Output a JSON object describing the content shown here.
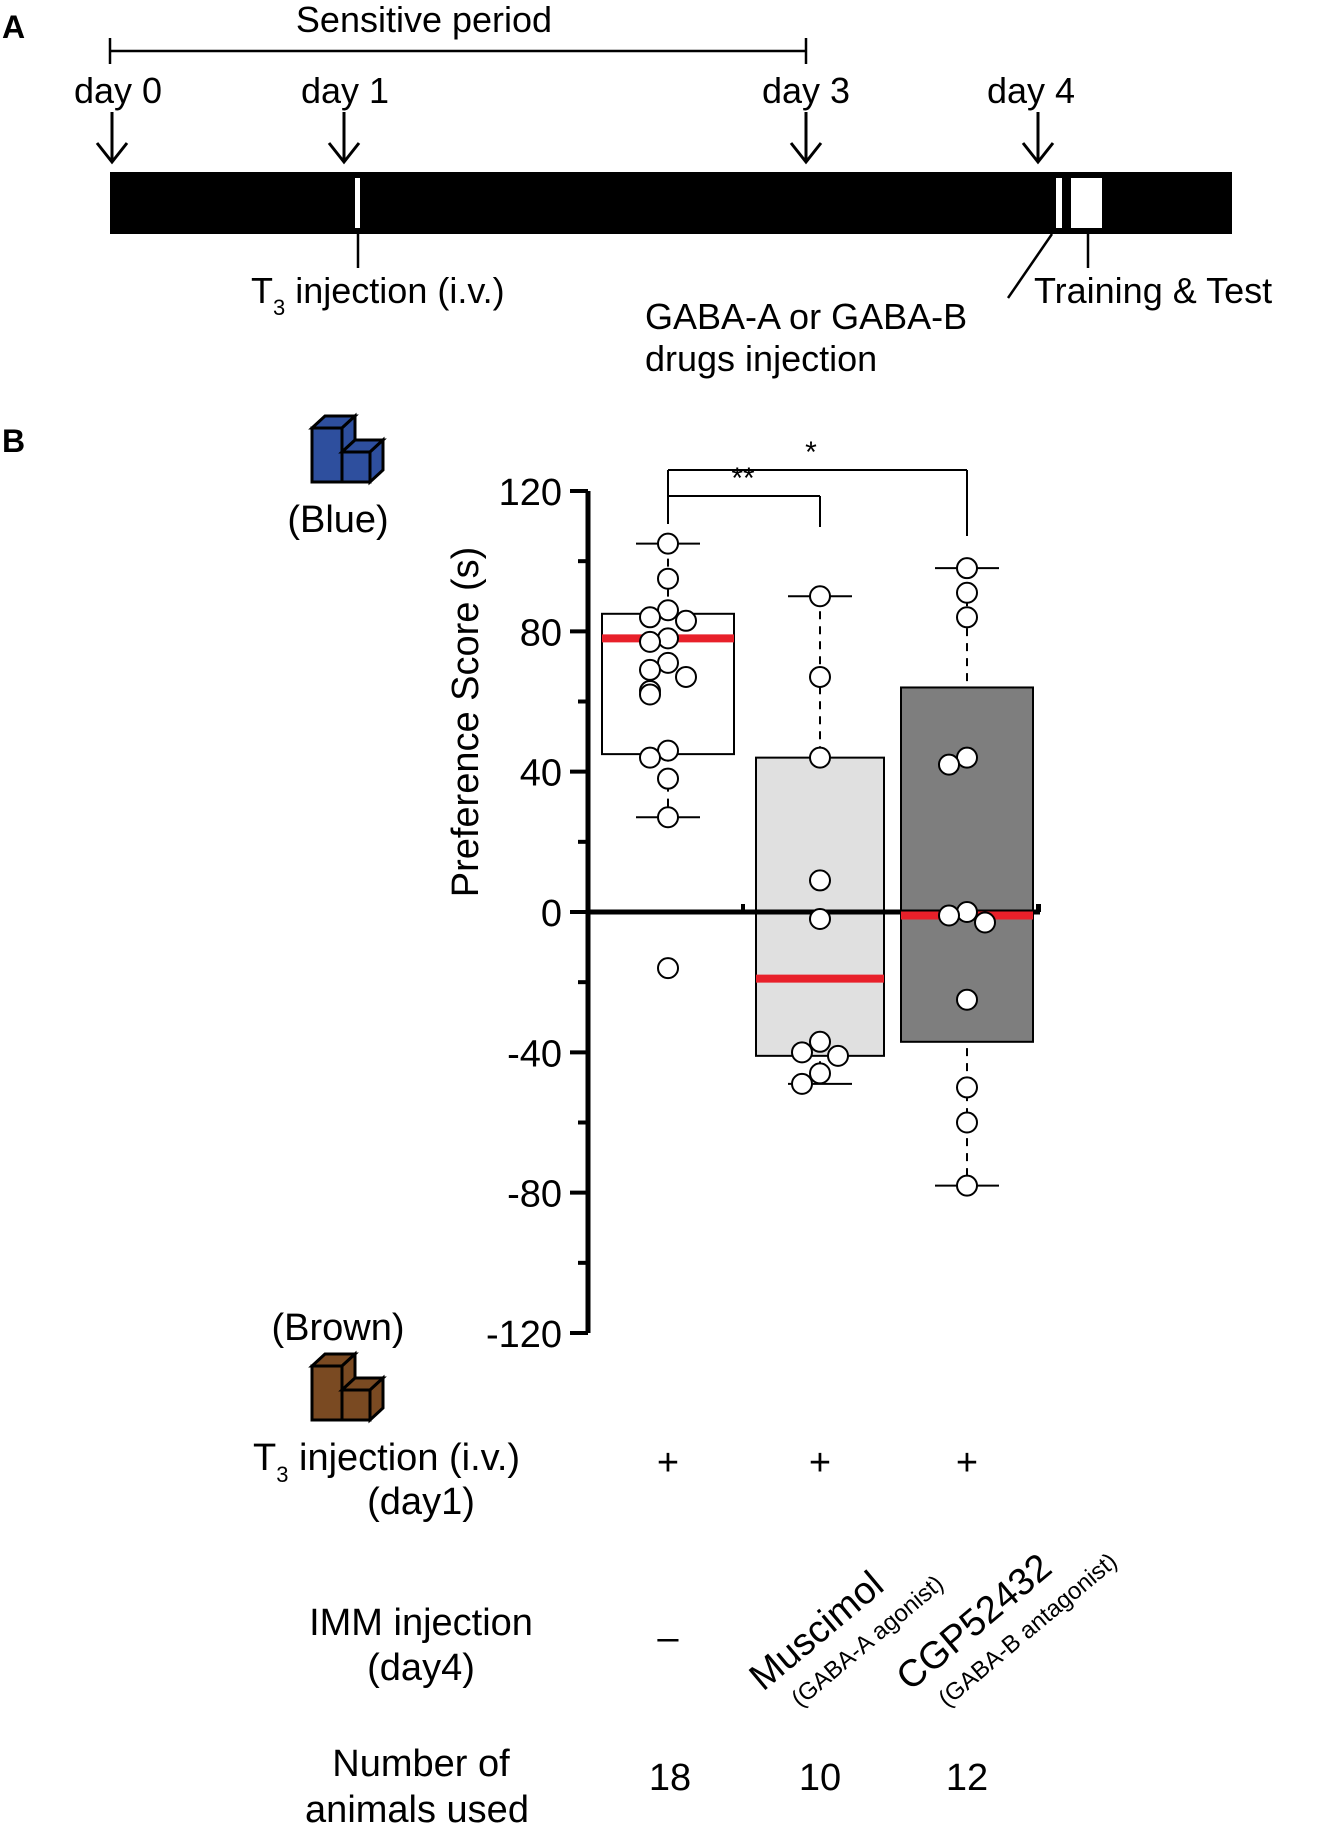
{
  "panel_a": {
    "label": "A",
    "sensitive_period": "Sensitive period",
    "days": [
      "day 0",
      "day 1",
      "day 3",
      "day 4"
    ],
    "t3_prefix": "T",
    "t3_sub": "3",
    "t3_suffix": " injection (i.v.)",
    "gaba_line1": "GABA-A or GABA-B",
    "gaba_line2": "drugs injection",
    "training": "Training & Test"
  },
  "panel_b": {
    "label": "B",
    "blue_label": "(Blue)",
    "brown_label": "(Brown)",
    "blue_color": "#2e4f9e",
    "brown_color": "#7a4a22",
    "significance": [
      {
        "from": 0,
        "to": 1,
        "label": "**"
      },
      {
        "from": 0,
        "to": 2,
        "label": "*"
      }
    ],
    "t3_row": {
      "prefix": "T",
      "sub": "3",
      "suffix": " injection (i.v.)",
      "line2": "(day1)",
      "values": [
        "+",
        "+",
        "+"
      ]
    },
    "imm_row": {
      "line1": "IMM injection",
      "line2": "(day4)",
      "values": [
        "–",
        "Muscimol",
        "CGP52432"
      ],
      "subs": [
        "",
        "(GABA-A agonist)",
        "(GABA-B antagonist)"
      ]
    },
    "n_row": {
      "line1": "Number of",
      "line2": "animals used",
      "values": [
        "18",
        "10",
        "12"
      ]
    }
  },
  "chart_data": {
    "type": "box",
    "ylabel": "Preference Score (s)",
    "ylim": [
      -120,
      120
    ],
    "yticks": [
      120,
      80,
      40,
      0,
      -40,
      -80,
      -120
    ],
    "median_color": "#e8202a",
    "groups": [
      {
        "box_q1": 45,
        "box_q3": 85,
        "median": 78,
        "whisker_low": 27,
        "whisker_high": 105,
        "fill": "#ffffff",
        "points": [
          105,
          95,
          86,
          84,
          83,
          78,
          77,
          71,
          69,
          67,
          63,
          62,
          46,
          44,
          38,
          27,
          -16
        ]
      },
      {
        "box_q1": -41,
        "box_q3": 44,
        "median": -19,
        "whisker_low": -49,
        "whisker_high": 90,
        "fill": "#e0e0e0",
        "points": [
          90,
          67,
          44,
          9,
          -2,
          -37,
          -40,
          -41,
          -46,
          -49
        ]
      },
      {
        "box_q1": -37,
        "box_q3": 64,
        "median": -1,
        "whisker_low": -78,
        "whisker_high": 98,
        "fill": "#7e7e7e",
        "points": [
          98,
          91,
          84,
          44,
          42,
          0,
          -1,
          -3,
          -25,
          -50,
          -60,
          -78
        ]
      }
    ]
  }
}
